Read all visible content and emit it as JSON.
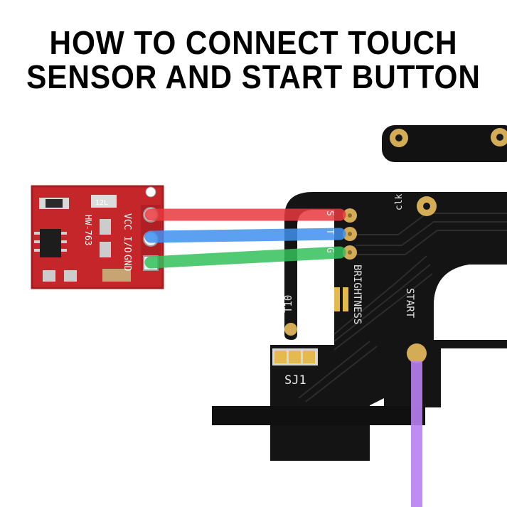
{
  "title": {
    "line1": "HOW TO CONNECT TOUCH",
    "line2": "SENSOR AND START BUTTON"
  },
  "sensor_board": {
    "model": "HW-763",
    "chip_label": "12L",
    "pins": [
      "VCC",
      "I/O",
      "GND"
    ]
  },
  "main_pcb": {
    "pad_labels": [
      "S",
      "T",
      "G"
    ],
    "clk_label": "clk",
    "brightness_label": "BRIGHTNESS",
    "start_label": "START",
    "t10_label": "T10",
    "sj1_label": "SJ1"
  },
  "wires": [
    {
      "name": "vcc-wire",
      "from": "VCC",
      "to": "S",
      "color": "#e8383d"
    },
    {
      "name": "io-wire",
      "from": "I/O",
      "to": "T",
      "color": "#3f8ff0"
    },
    {
      "name": "gnd-wire",
      "from": "GND",
      "to": "G",
      "color": "#34c05a"
    },
    {
      "name": "start-wire",
      "from": "START",
      "to": "",
      "color": "#b87ff0"
    }
  ]
}
